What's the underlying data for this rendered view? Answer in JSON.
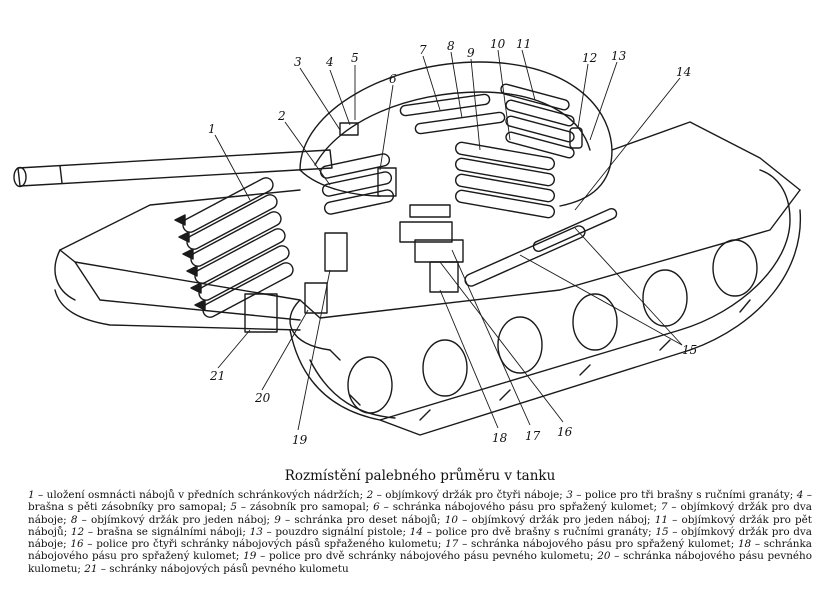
{
  "figure": {
    "callouts": [
      "1",
      "2",
      "3",
      "4",
      "5",
      "6",
      "7",
      "8",
      "9",
      "10",
      "11",
      "12",
      "13",
      "14",
      "15",
      "16",
      "17",
      "18",
      "19",
      "20",
      "21"
    ]
  },
  "caption": {
    "title": "Rozmístění palebného průměru v tanku",
    "legend": [
      {
        "num": "1",
        "text": "uložení osmnácti nábojů v předních schránkových nádržích;"
      },
      {
        "num": "2",
        "text": "objímkový držák pro čtyři náboje;"
      },
      {
        "num": "3",
        "text": "police pro tři brašny s ručními granáty;"
      },
      {
        "num": "4",
        "text": "brašna s pěti zásobníky pro samopal;"
      },
      {
        "num": "5",
        "text": "zásobník pro samopal;"
      },
      {
        "num": "6",
        "text": "schránka nábojového pásu pro spřažený kulomet;"
      },
      {
        "num": "7",
        "text": "objímkový držák pro dva náboje;"
      },
      {
        "num": "8",
        "text": "objímkový držák pro jeden náboj;"
      },
      {
        "num": "9",
        "text": "schránka pro deset nábojů;"
      },
      {
        "num": "10",
        "text": "objímkový držák pro jeden náboj;"
      },
      {
        "num": "11",
        "text": "objímkový držák pro pět nábojů;"
      },
      {
        "num": "12",
        "text": "brašna se signálními náboji;"
      },
      {
        "num": "13",
        "text": "pouzdro signální pistole;"
      },
      {
        "num": "14",
        "text": "police pro dvě brašny s ručními granáty;"
      },
      {
        "num": "15",
        "text": "objímkový držák pro dva náboje;"
      },
      {
        "num": "16",
        "text": "police pro čtyři schránky nábojových pásů spřaženého kulometu;"
      },
      {
        "num": "17",
        "text": "schránka nábojového pásu pro spřažený kulomet;"
      },
      {
        "num": "18",
        "text": "schránka nábojového pásu pro spřažený kulomet;"
      },
      {
        "num": "19",
        "text": "police pro dvě schránky nábojového pásu pevného kulometu;"
      },
      {
        "num": "20",
        "text": "schránka nábojového pásu pevného kulometu;"
      },
      {
        "num": "21",
        "text": "schránky nábojových pásů pevného kulometu"
      }
    ]
  }
}
